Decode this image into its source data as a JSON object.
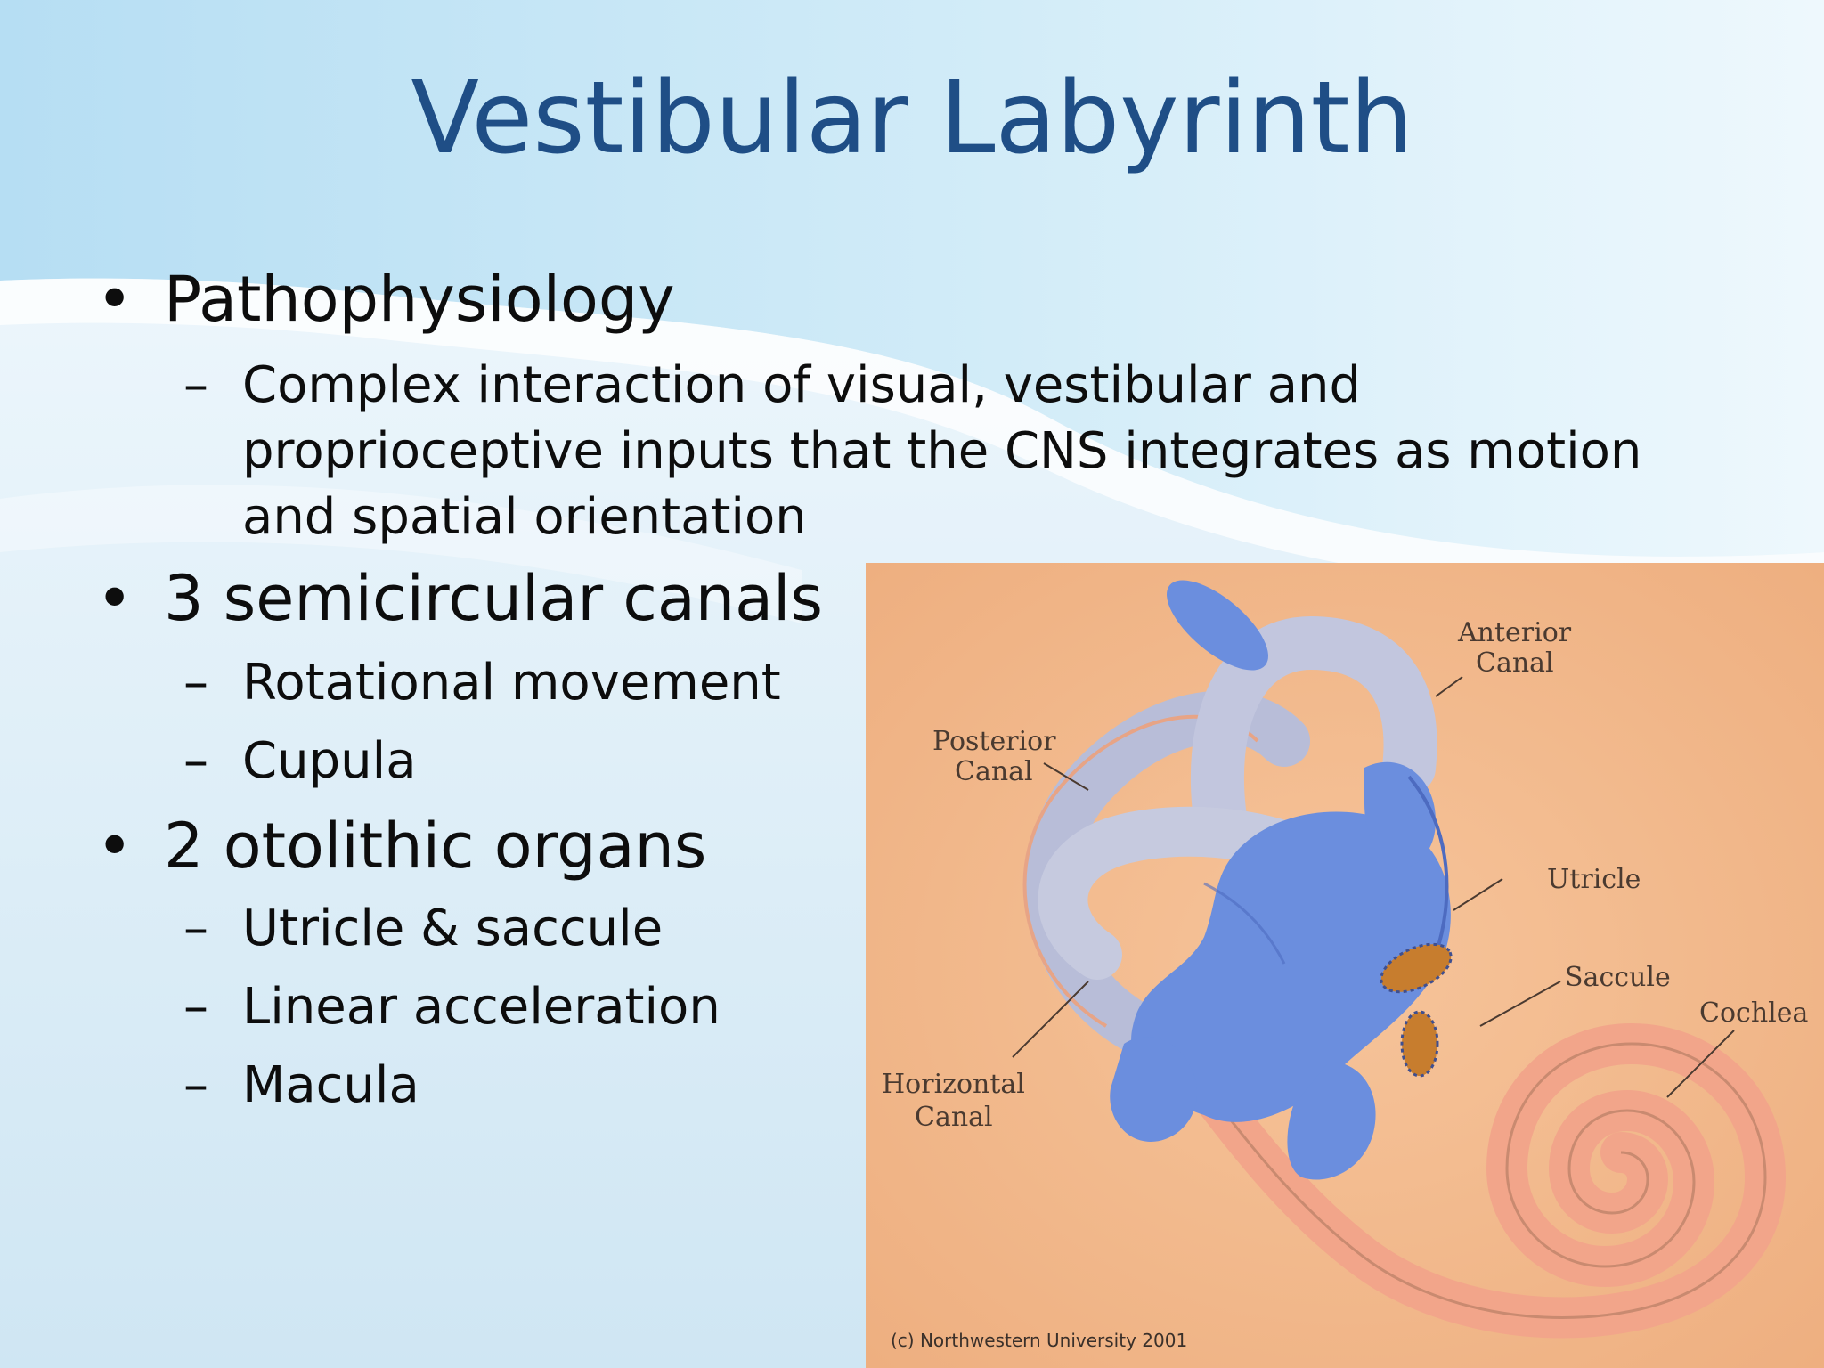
{
  "title": "Vestibular Labyrinth",
  "bullets": [
    {
      "text": "Pathophysiology",
      "subs": [
        "Complex interaction of visual, vestibular and",
        "proprioceptive inputs that the CNS integrates as motion",
        "and spatial orientation"
      ]
    },
    {
      "text": "3 semicircular canals",
      "subs": [
        "Rotational movement",
        "Cupula"
      ]
    },
    {
      "text": "2 otolithic organs",
      "subs": [
        "Utricle & saccule",
        "Linear acceleration",
        "Macula"
      ]
    }
  ],
  "figure": {
    "labels": {
      "anterior_1": "Anterior",
      "anterior_2": "Canal",
      "posterior_1": "Posterior",
      "posterior_2": "Canal",
      "utricle": "Utricle",
      "saccule": "Saccule",
      "cochlea": "Cochlea",
      "horizontal_1": "Horizontal",
      "horizontal_2": "Canal"
    },
    "copyright": "(c) Northwestern University 2001"
  },
  "colors": {
    "title": "#1f4e86",
    "text": "#0d0d0d",
    "background_wave": "#bfe2f4",
    "figure_background": "#f3b889",
    "labyrinth_blue": "#6b8ede"
  }
}
